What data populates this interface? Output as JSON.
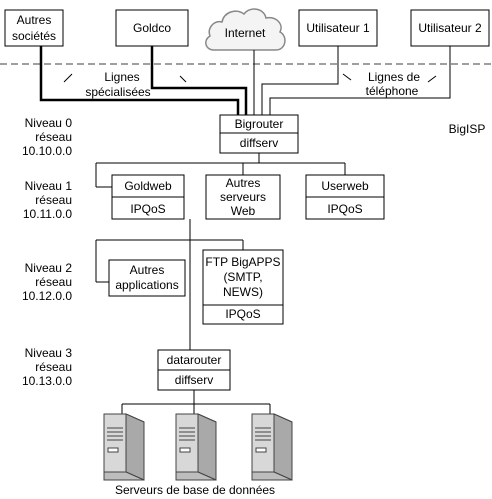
{
  "top_nodes": {
    "autres_societes": [
      "Autres",
      "sociétés"
    ],
    "goldco": "Goldco",
    "internet": "Internet",
    "utilisateur1": "Utilisateur 1",
    "utilisateur2": "Utilisateur 2"
  },
  "line_labels": {
    "lignes_specialisees": [
      "Lignes",
      "spécialisées"
    ],
    "lignes_telephone": [
      "Lignes de",
      "téléphone"
    ]
  },
  "isp_label": "BigISP",
  "levels": [
    {
      "lines": [
        "Niveau 0",
        "réseau",
        "10.10.0.0"
      ]
    },
    {
      "lines": [
        "Niveau 1",
        "réseau",
        "10.11.0.0"
      ]
    },
    {
      "lines": [
        "Niveau 2",
        "réseau",
        "10.12.0.0"
      ]
    },
    {
      "lines": [
        "Niveau 3",
        "réseau",
        "10.13.0.0"
      ]
    }
  ],
  "nodes": {
    "bigrouter": {
      "name": "Bigrouter",
      "sub": "diffserv"
    },
    "goldweb": {
      "name": "Goldweb",
      "sub": "IPQoS"
    },
    "autres_serveurs_web": [
      "Autres",
      "serveurs",
      "Web"
    ],
    "userweb": {
      "name": "Userweb",
      "sub": "IPQoS"
    },
    "autres_applications": [
      "Autres",
      "applications"
    ],
    "ftp_bigapps": {
      "lines": [
        "FTP BigAPPS",
        "(SMTP,",
        "NEWS)"
      ],
      "sub": "IPQoS"
    },
    "datarouter": {
      "name": "datarouter",
      "sub": "diffserv"
    }
  },
  "db_servers_label": "Serveurs de base de données",
  "icons": [
    "cloud-icon",
    "server-icon"
  ]
}
